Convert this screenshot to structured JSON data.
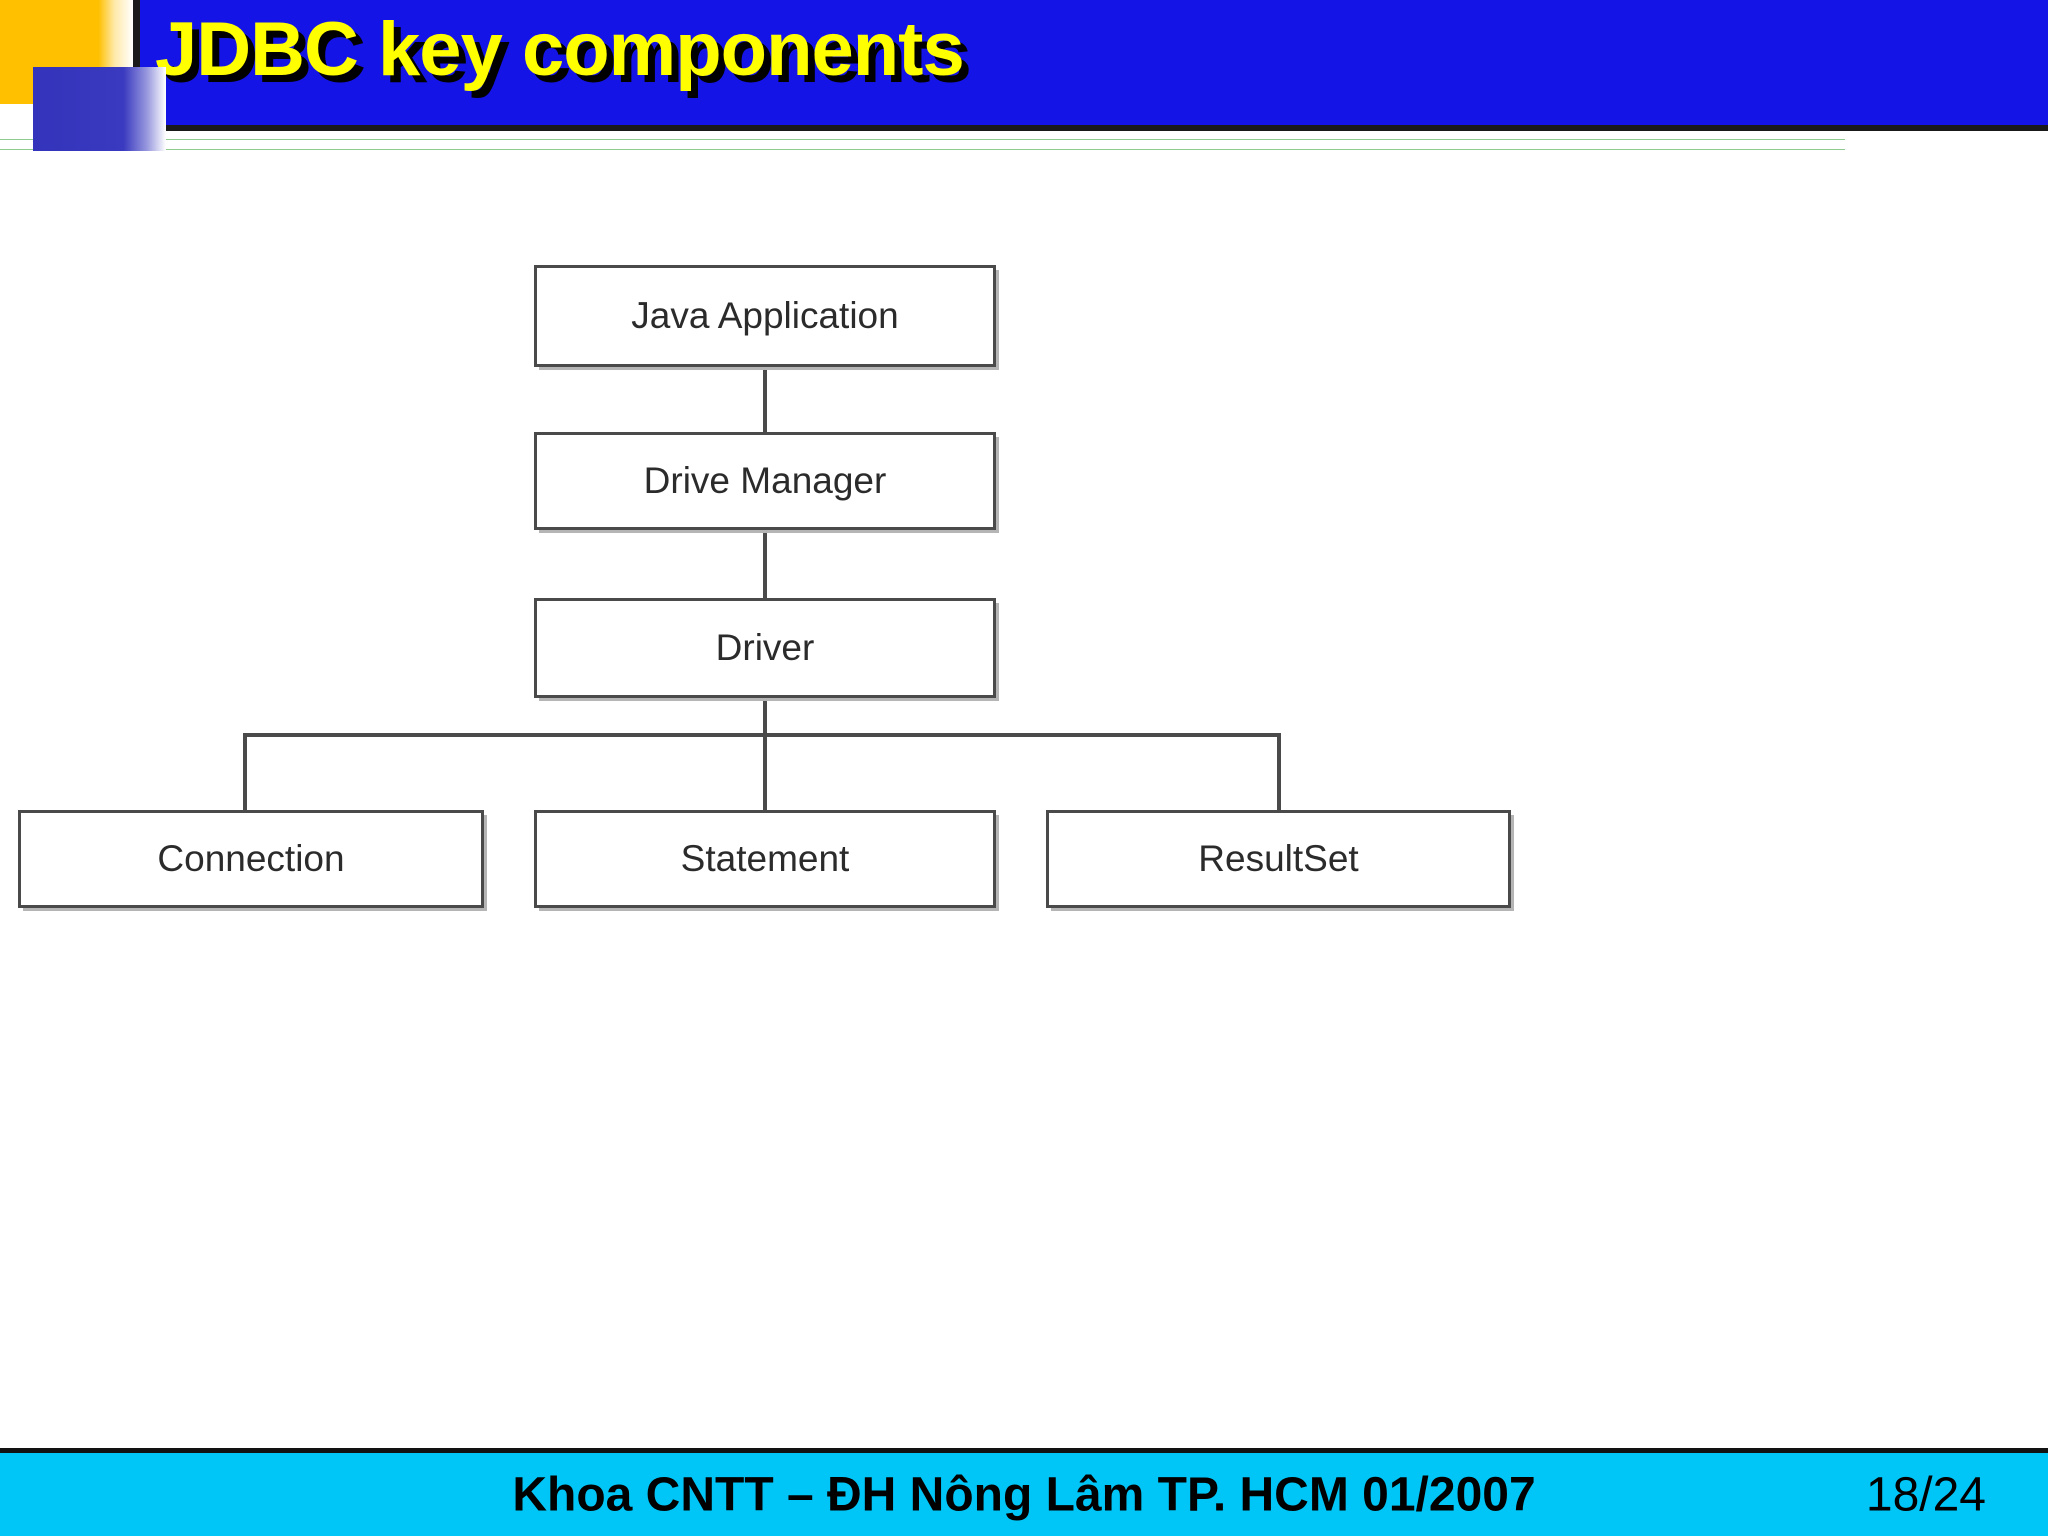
{
  "slide": {
    "title": "JDBC key components",
    "title_color": "#FFFF00",
    "title_bar_color": "#1414E6"
  },
  "decoration": {
    "gold_block_color": "#FFC000",
    "blue_block_color": "#3333BB",
    "divider_line_color": "#8FCB8F"
  },
  "diagram": {
    "nodes": [
      {
        "id": "java-application",
        "label": "Java Application"
      },
      {
        "id": "drive-manager",
        "label": "Drive Manager"
      },
      {
        "id": "driver",
        "label": "Driver"
      },
      {
        "id": "connection",
        "label": "Connection"
      },
      {
        "id": "statement",
        "label": "Statement"
      },
      {
        "id": "resultset",
        "label": "ResultSet"
      }
    ],
    "edges": [
      {
        "from": "java-application",
        "to": "drive-manager"
      },
      {
        "from": "drive-manager",
        "to": "driver"
      },
      {
        "from": "driver",
        "to": "connection"
      },
      {
        "from": "driver",
        "to": "statement"
      },
      {
        "from": "driver",
        "to": "resultset"
      }
    ],
    "box_border_color": "#4A4A4A",
    "box_fill_color": "#FFFFFF"
  },
  "footer": {
    "text": "Khoa CNTT – ĐH Nông Lâm TP. HCM 01/2007",
    "page_number": "18/24",
    "bar_color": "#00C6F7"
  }
}
